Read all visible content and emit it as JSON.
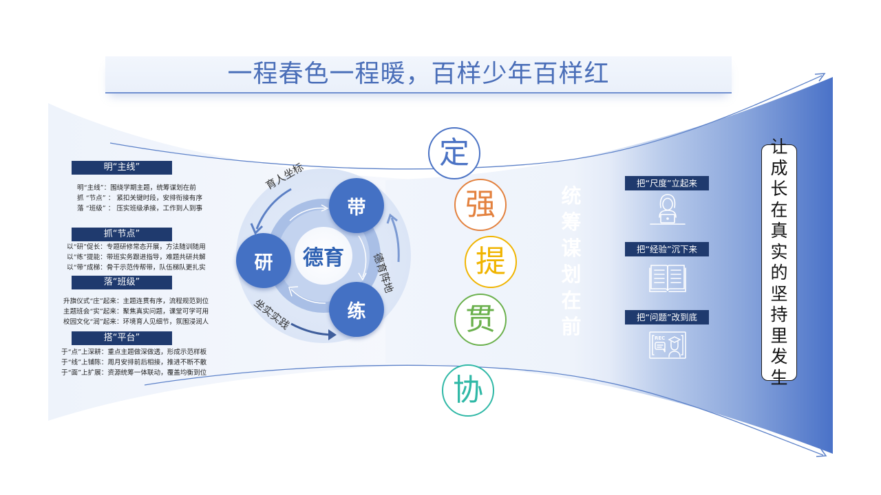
{
  "header": {
    "title": "一程春色一程暖，百样少年百样红"
  },
  "left_panel": {
    "sections": [
      {
        "heading": "明“主线”",
        "lines": [
          "明“主线”：围绕学期主题，统筹谋划在前",
          "抓 “节点” ： 紧扣关键时段，安排衔接有序",
          "落 “班级” ： 压实班级承接，工作到人到事"
        ]
      },
      {
        "heading": "抓“节点”",
        "lines": [
          "以“研”促长：专题研修常态开展，方法随训随用",
          "以“练”提能：带班实务跟进指导，难题共研共解",
          "以“带”成梯：骨干示范传帮带，队伍梯队更扎实"
        ]
      },
      {
        "heading": "落“班级”",
        "lines": [
          "升旗仪式“庄”起来：主题连贯有序，流程规范到位",
          "主题班会“实”起来：聚焦真实问题，课堂可学可用",
          "校园文化“润”起来：环境育人见细节，氛围浸润人"
        ]
      },
      {
        "heading": "搭“平台”",
        "lines": [
          "于“点”上深耕：重点主题做深做透，形成示范样板",
          "于“线”上铺陈：周月安排前后相接，推进不断不散",
          "于“面”上扩展：资源统筹一体联动，覆盖均衡到位"
        ]
      }
    ]
  },
  "cycle": {
    "center": "德育",
    "nodes": [
      {
        "label": "带",
        "position": "top-right"
      },
      {
        "label": "研",
        "position": "left"
      },
      {
        "label": "练",
        "position": "bottom-right"
      }
    ],
    "arc_labels": [
      {
        "text": "育人坐标",
        "position": "top-left"
      },
      {
        "text": "德育阵地",
        "position": "right"
      },
      {
        "text": "坐实实践",
        "position": "bottom-left"
      }
    ],
    "colors": {
      "node": "#4471c4",
      "center_text": "#2f62b3"
    }
  },
  "keywords": [
    {
      "char": "定",
      "color": "#4a72c4"
    },
    {
      "char": "强",
      "color": "#e3813e"
    },
    {
      "char": "提",
      "color": "#f0b400"
    },
    {
      "char": "贯",
      "color": "#6ab04c"
    },
    {
      "char": "协",
      "color": "#2fb8a6"
    }
  ],
  "center_heading": "统筹谋划在前",
  "actions": [
    {
      "label": "把“尺度”立起来",
      "icon": "person-laptop-icon"
    },
    {
      "label": "把“经验”沉下来",
      "icon": "open-book-icon"
    },
    {
      "label": "把“问题”改到底",
      "icon": "rec-lecture-icon"
    }
  ],
  "conclusion": "让成长在真实的坚持里发生",
  "colors": {
    "navy_label": "#1f3a6e",
    "funnel_end": "#4a72c8",
    "title_text": "#4a6eb8"
  }
}
